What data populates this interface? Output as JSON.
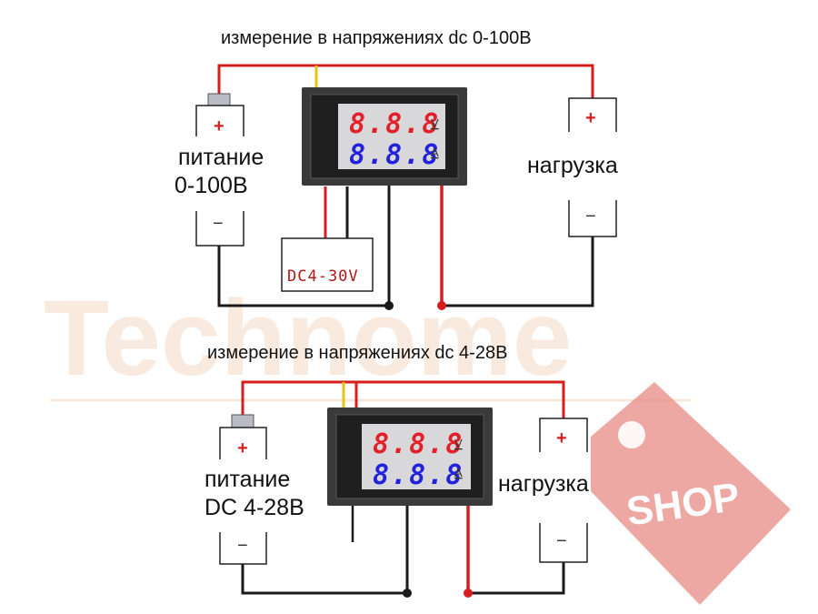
{
  "watermark": {
    "brand": "Technome",
    "shop": "SHOP"
  },
  "top": {
    "title": "измерение в напряжениях dc 0-100В",
    "supply_line1": "питание",
    "supply_line2": "0-100В",
    "load": "нагрузка",
    "display_v": "8.8.8",
    "display_a": "8.8.8",
    "unit_v": "V",
    "unit_a": "A",
    "plus": "+",
    "minus": "−",
    "aux_supply": "DC4-30V"
  },
  "bottom": {
    "title": "измерение в напряжениях dc 4-28В",
    "supply_line1": "питание",
    "supply_line2": "DC 4-28В",
    "load": "нагрузка",
    "display_v": "8.8.8",
    "display_a": "8.8.8",
    "unit_v": "V",
    "unit_a": "A",
    "plus": "+",
    "minus": "−"
  },
  "colors": {
    "wire_red": "#d61e1e",
    "wire_black": "#1a1a1a",
    "wire_yellow": "#e8c21a",
    "meter_body": "#3a3a3a"
  }
}
